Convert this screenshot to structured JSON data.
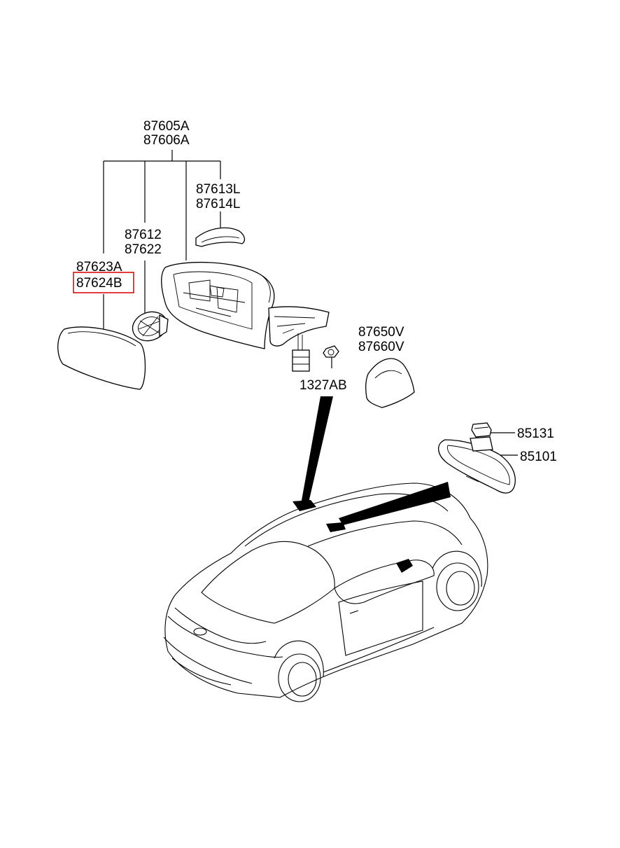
{
  "labels": {
    "outer_assy": [
      "87605A",
      "87606A"
    ],
    "cover": [
      "87613L",
      "87614L"
    ],
    "actuator": [
      "87612",
      "87622"
    ],
    "glass": [
      "87623A",
      "87624B"
    ],
    "screw": "1327AB",
    "cap": [
      "87650V",
      "87660V"
    ],
    "inside_bracket": "85131",
    "inside_mirror": "85101"
  },
  "highlight": {
    "label": "87624B",
    "color": "#e0262b"
  }
}
